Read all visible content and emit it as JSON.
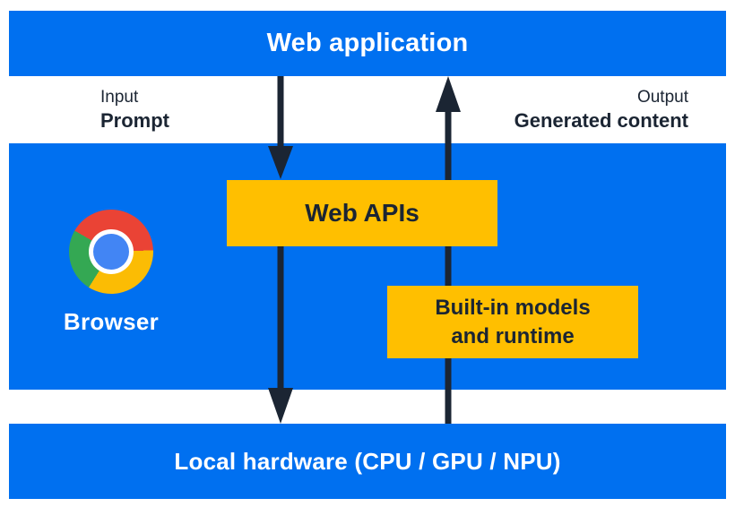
{
  "title": "Web AI architecture diagram",
  "colors": {
    "band_blue": "#0070f0",
    "box_yellow": "#ffbf00",
    "ink_navy": "#1b2533",
    "text_white": "#ffffff",
    "chrome_red": "#ea4335",
    "chrome_yellow": "#fbbc04",
    "chrome_green": "#34a853",
    "chrome_blue": "#4285f4"
  },
  "top_bar": {
    "label": "Web application"
  },
  "io": {
    "input_caption": "Input",
    "input_label": "Prompt",
    "output_caption": "Output",
    "output_label": "Generated content"
  },
  "browser": {
    "label": "Browser",
    "icon": "chrome-logo"
  },
  "boxes": {
    "web_apis": {
      "label": "Web APIs"
    },
    "builtin": {
      "line1": "Built-in models",
      "line2": "and runtime"
    }
  },
  "bottom_bar": {
    "label": "Local hardware (CPU / GPU / NPU)"
  },
  "arrows": [
    {
      "name": "prompt-down-arrow",
      "direction": "down",
      "from": "Web application",
      "to": "Local hardware",
      "through": "Web APIs"
    },
    {
      "name": "content-up-arrow",
      "direction": "up",
      "from": "Local hardware",
      "to": "Web application",
      "through": "Built-in models and runtime"
    }
  ]
}
